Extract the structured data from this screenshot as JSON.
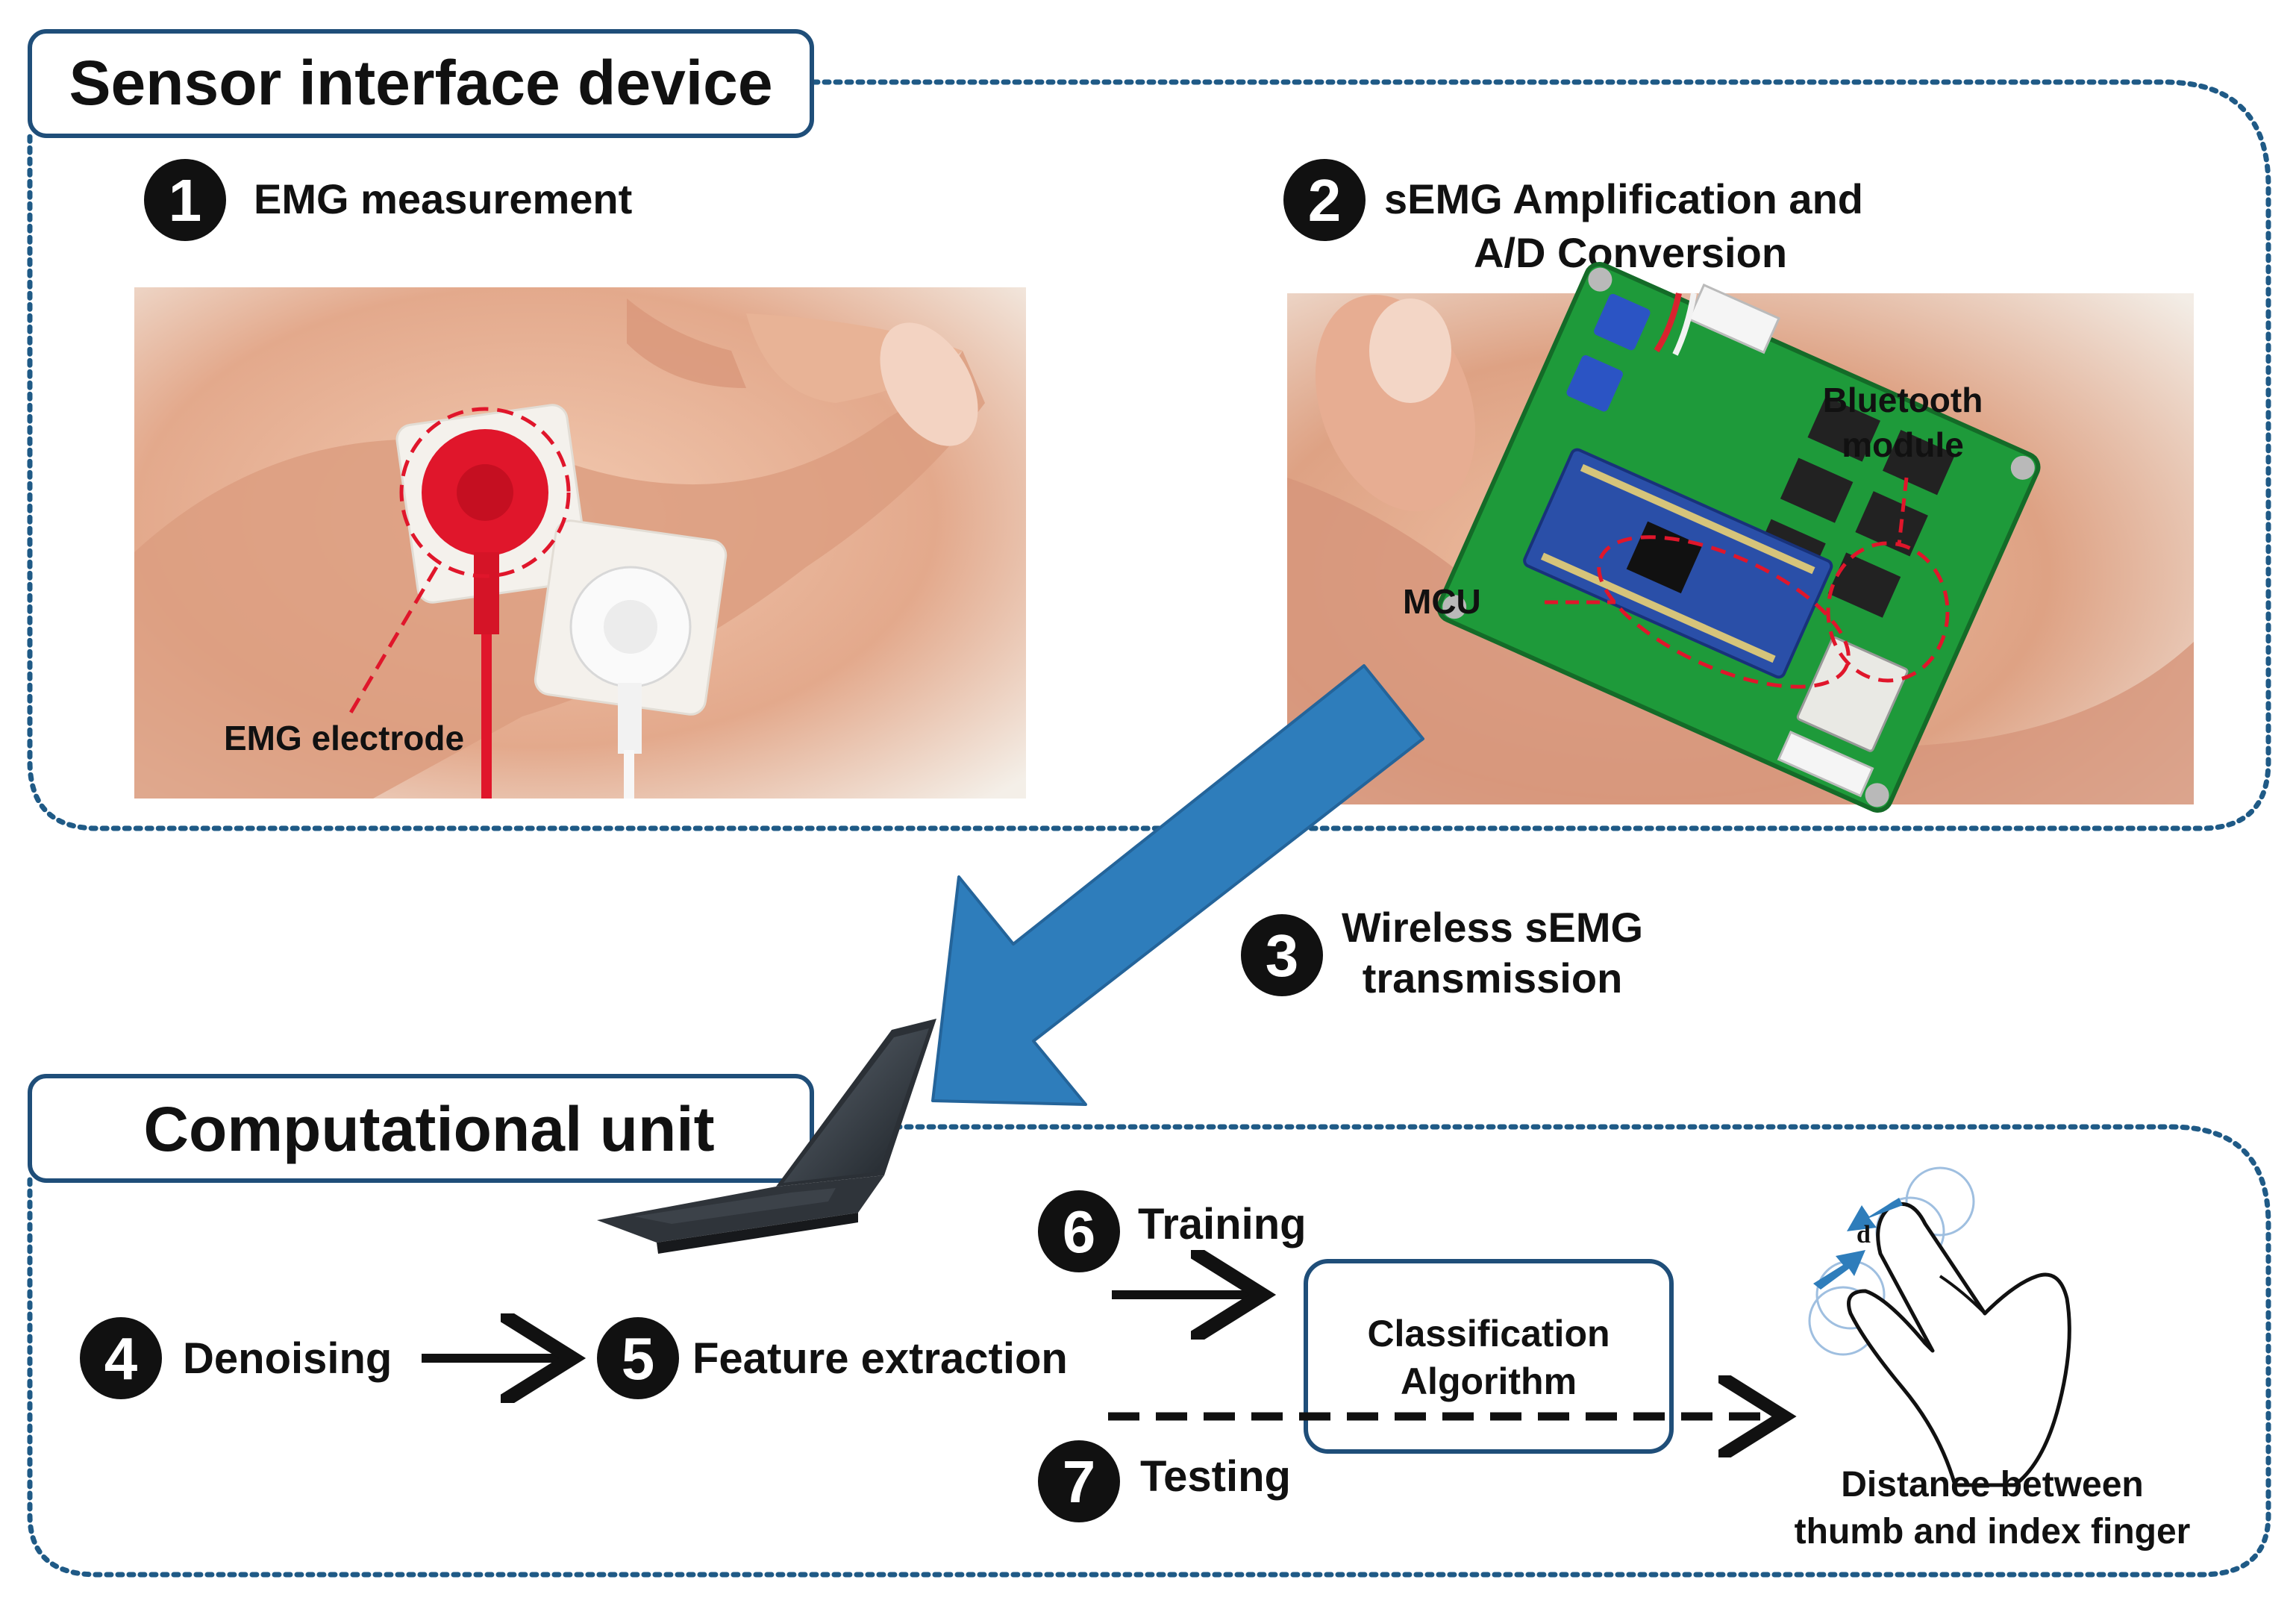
{
  "sensor_section": {
    "title": "Sensor interface device",
    "step1": {
      "number": "1",
      "label": "EMG measurement",
      "annotation": "EMG electrode"
    },
    "step2": {
      "number": "2",
      "label_line1": "sEMG Amplification and",
      "label_line2": "A/D Conversion",
      "annotation_bluetooth_line1": "Bluetooth",
      "annotation_bluetooth_line2": "module",
      "annotation_mcu": "MCU"
    }
  },
  "transmission": {
    "number": "3",
    "label_line1": "Wireless sEMG",
    "label_line2": "transmission"
  },
  "computational_section": {
    "title": "Computational unit",
    "step4": {
      "number": "4",
      "label": "Denoising"
    },
    "step5": {
      "number": "5",
      "label": "Feature extraction"
    },
    "step6": {
      "number": "6",
      "label": "Training"
    },
    "step7": {
      "number": "7",
      "label": "Testing"
    },
    "classifier": {
      "line1": "Classification",
      "line2": "Algorithm"
    },
    "output": {
      "symbol": "d",
      "line1": "Distance between",
      "line2": "thumb and index finger"
    }
  },
  "colors": {
    "frame_blue": "#1f4e79",
    "dotted_border": "#1f5a86",
    "big_arrow": "#2e7dbb",
    "electrode_red": "#e0162b",
    "pcb_green": "#1e9a3a",
    "mcu_blue": "#2a4fa8",
    "skin": "#e8b49a"
  }
}
